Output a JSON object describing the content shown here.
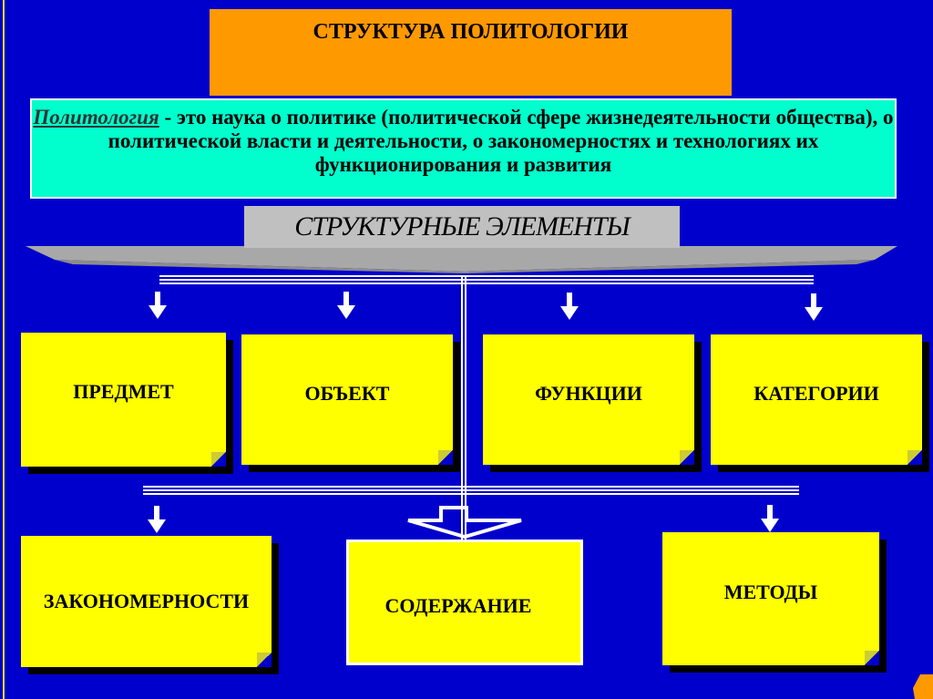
{
  "title": "СТРУКТУРА ПОЛИТОЛОГИИ",
  "definition": {
    "term": "Политология",
    "text": " - это наука о политике (политической сфере жизнедеятельности общества), о политической власти и деятельности, о закономерностях и технологиях их функционирования и развития"
  },
  "structure_label": "СТРУКТУРНЫЕ ЭЛЕМЕНТЫ",
  "top_elements": [
    "ПРЕДМЕТ",
    "ОБЪЕКТ",
    "ФУНКЦИИ",
    "КАТЕГОРИИ"
  ],
  "bottom_elements": [
    "ЗАКОНОМЕРНОСТИ",
    "СОДЕРЖАНИЕ",
    "МЕТОДЫ"
  ],
  "colors": {
    "background": "#0000cc",
    "title": "#ff9900",
    "definition": "#00ffcc",
    "card": "#ffff00"
  }
}
